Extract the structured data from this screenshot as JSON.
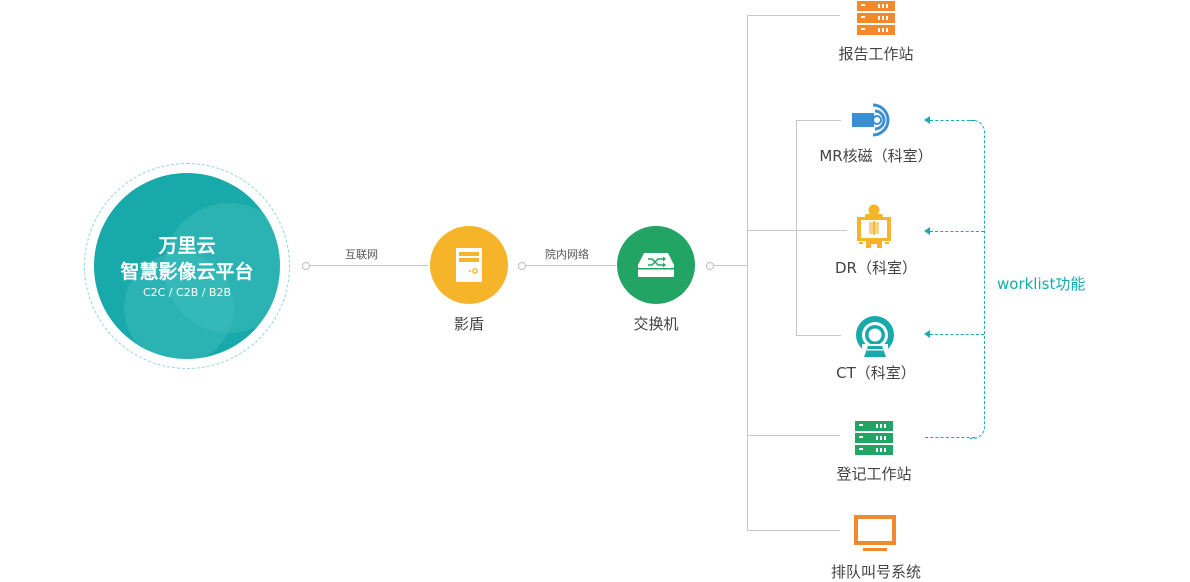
{
  "platform": {
    "brand": "万里云",
    "title": "智慧影像云平台",
    "subtitle": "C2C / C2B / B2B",
    "color": "#18a9aa"
  },
  "connections": {
    "internet_label": "互联网",
    "intranet_label": "院内网络"
  },
  "nodes": {
    "shield": {
      "label": "影盾",
      "icon": "server-tower-icon",
      "color": "#f5b42a"
    },
    "switch": {
      "label": "交换机",
      "icon": "network-switch-icon",
      "color": "#22a464"
    }
  },
  "endpoints": [
    {
      "label": "报告工作站",
      "icon": "server-rack-icon",
      "color": "#f08a2c"
    },
    {
      "label": "MR核磁（科室）",
      "icon": "mr-scanner-icon",
      "color": "#3a8fd0"
    },
    {
      "label": "DR（科室）",
      "icon": "dr-xray-icon",
      "color": "#f5b42a"
    },
    {
      "label": "CT（科室）",
      "icon": "ct-scanner-icon",
      "color": "#18a9aa"
    },
    {
      "label": "登记工作站",
      "icon": "server-rack-icon",
      "color": "#22a464"
    },
    {
      "label": "排队叫号系统",
      "icon": "monitor-icon",
      "color": "#f08a2c"
    }
  ],
  "worklist": {
    "label": "worklist功能",
    "color": "#17aaaa"
  }
}
